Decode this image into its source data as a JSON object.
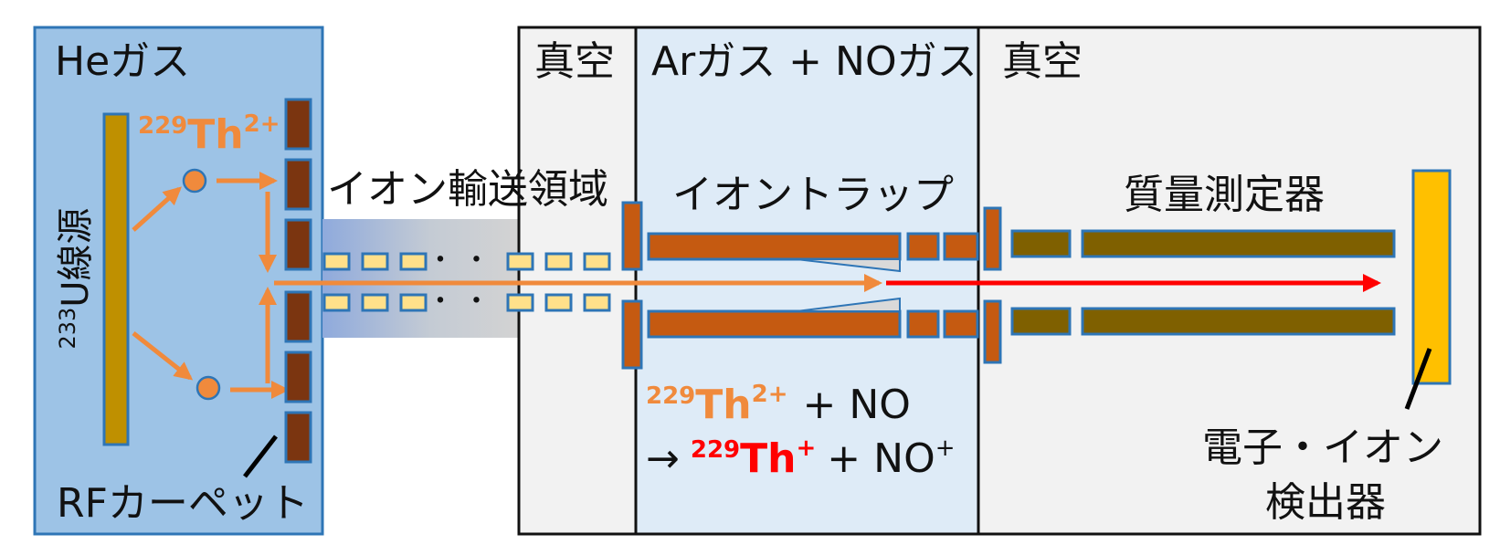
{
  "labels": {
    "he_gas": "Heガス",
    "source_sup": "233",
    "source": "U線源",
    "rf_carpet": "RFカーペット",
    "transport": "イオン輸送領域",
    "dots": "・ ・",
    "vacuum_1": "真空",
    "ar_no_gas": "Arガス + NOガス",
    "vacuum_2": "真空",
    "ion_trap": "イオントラップ",
    "mass_spec": "質量測定器",
    "detector_line1": "電子・イオン",
    "detector_line2": "検出器"
  },
  "ions": {
    "mass_number": "229",
    "element": "Th",
    "charge_2": "2+",
    "charge_1": "+"
  },
  "reaction": {
    "plus_no": "+ NO",
    "arrow": "→",
    "plus_no_ion": "+ NO",
    "no_charge": "+"
  },
  "colors": {
    "orange_ion": "#f08a3c",
    "red_ion": "#ff0000",
    "electrode_brown": "#7b3510",
    "trap_rod": "#c55a11",
    "mass_rod": "#7f6000",
    "detector": "#ffc000",
    "source_bar": "#bf9000",
    "he_region": "#9dc3e6",
    "trap_region": "#deebf7",
    "vacuum_region": "#f2f2f2"
  }
}
